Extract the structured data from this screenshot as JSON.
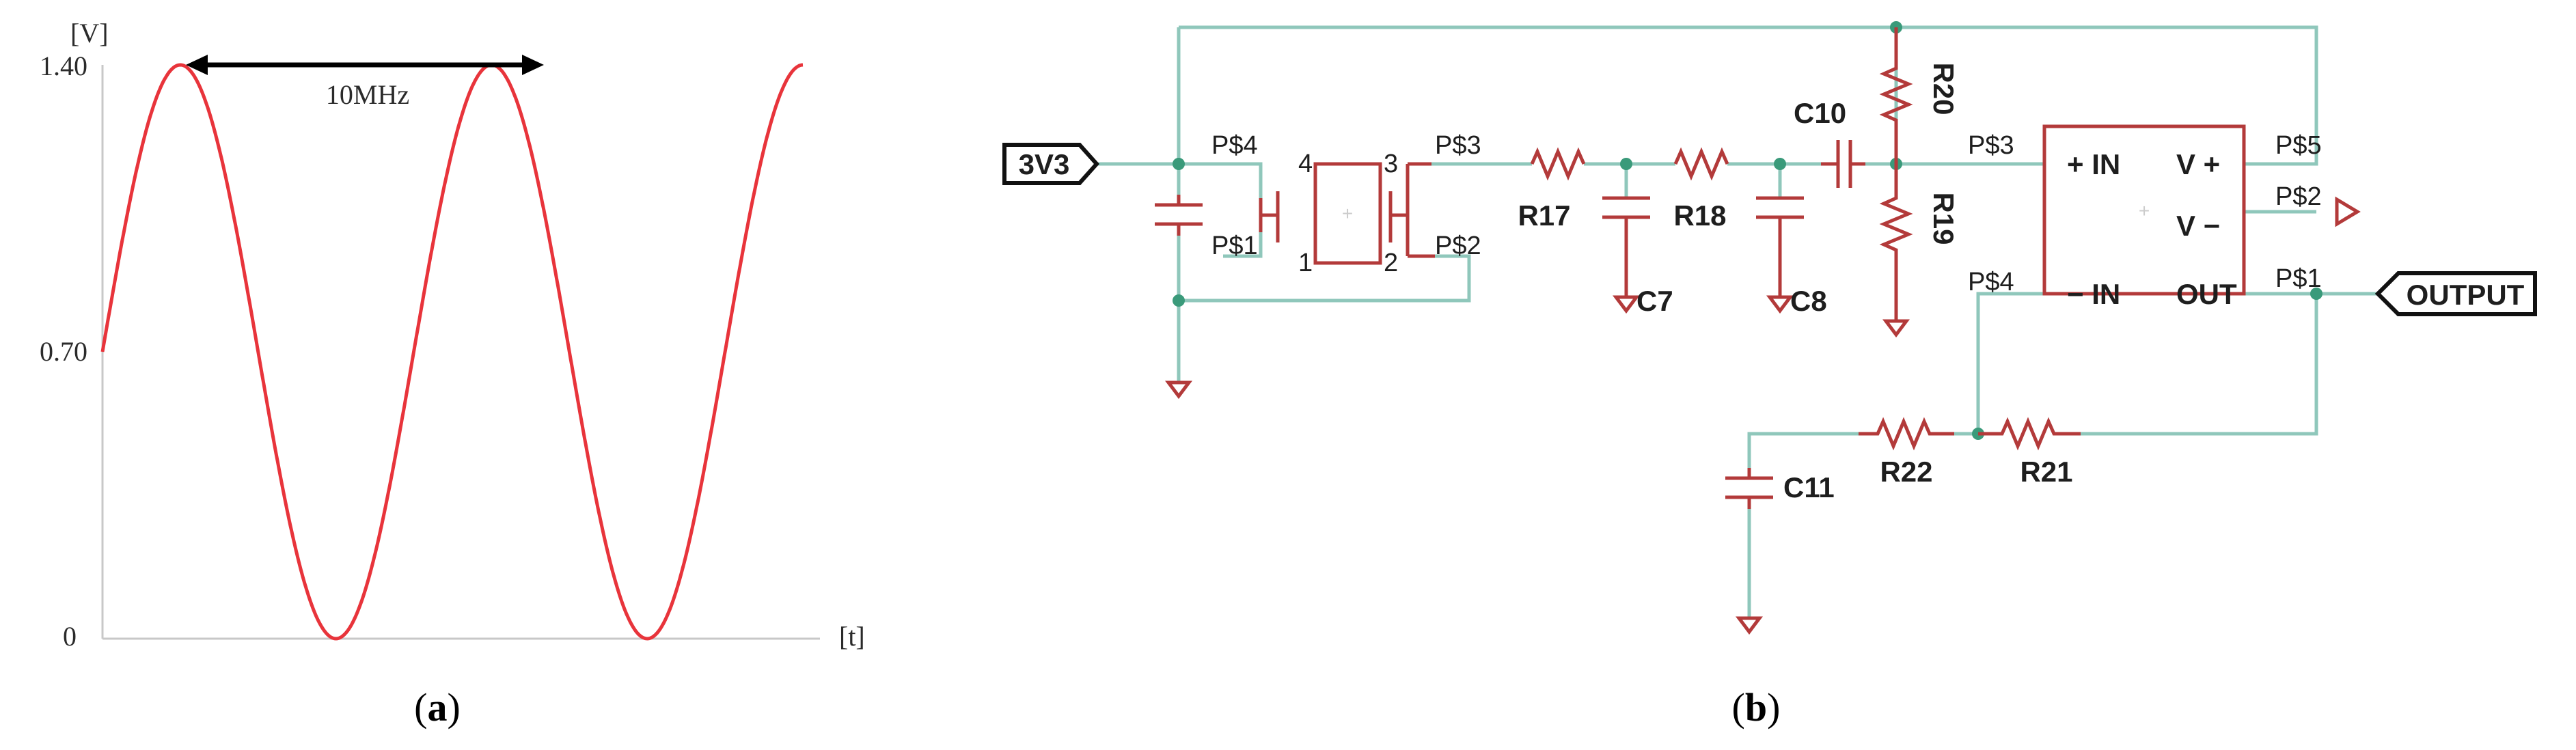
{
  "colors": {
    "signal": "#e8343b",
    "wire": "#8fc7bb",
    "component": "#b33a3a",
    "junction": "#3a9a7a"
  },
  "panel_a": {
    "caption": "(a)",
    "y_unit": "[V]",
    "x_unit": "[t]",
    "y_ticks": [
      "1.40",
      "0.70",
      "0"
    ],
    "frequency_label": "10MHz"
  },
  "chart_data": {
    "type": "line",
    "x_axis": "[t]",
    "y_axis": "[V]",
    "ylim": [
      0,
      1.4
    ],
    "y_ticks": [
      1.4,
      0.7,
      0
    ],
    "annotation": "10MHz",
    "waveform": {
      "shape": "sine",
      "offset": 0.7,
      "amplitude": 0.7,
      "cycles": 2.25,
      "start_phase": "rising from 0.70"
    }
  },
  "panel_b": {
    "caption": "(b)",
    "input_port": "3V3",
    "output_port": "OUTPUT",
    "pins": {
      "xtal_p4": "P$4",
      "xtal_p1": "P$1",
      "xtal_p3": "P$3",
      "xtal_p2": "P$2",
      "pin4": "4",
      "pin3": "3",
      "pin1": "1",
      "pin2": "2",
      "amp_p3": "P$3",
      "amp_p4": "P$4",
      "amp_p5": "P$5",
      "amp_p2": "P$2",
      "amp_p1": "P$1"
    },
    "components": {
      "r17": "R17",
      "r18": "R18",
      "r19": "R19",
      "r20": "R20",
      "r21": "R21",
      "r22": "R22",
      "c7": "C7",
      "c8": "C8",
      "c10": "C10",
      "c11": "C11"
    },
    "opamp": {
      "in_plus": "+ IN",
      "in_minus": "− IN",
      "v_plus": "V +",
      "v_minus": "V −",
      "out": "OUT"
    }
  }
}
